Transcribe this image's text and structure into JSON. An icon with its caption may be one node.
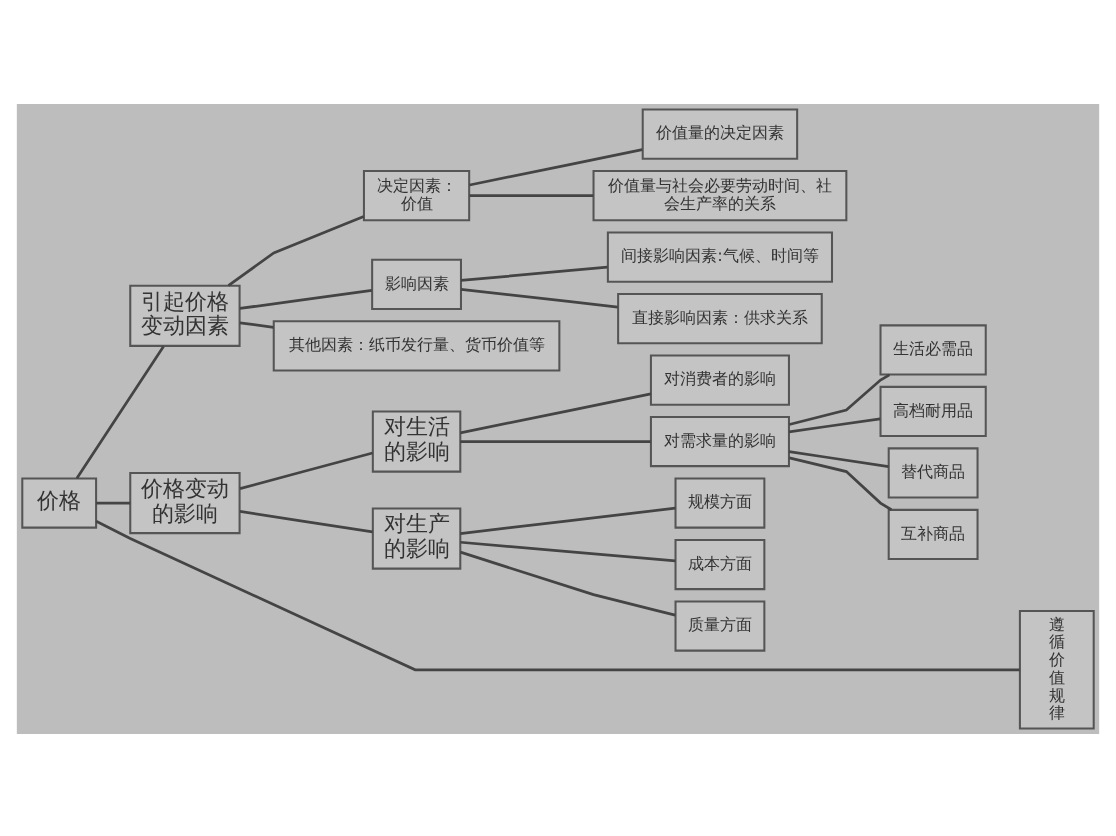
{
  "diagram": {
    "nodes": [
      {
        "text": [
          "价格"
        ]
      },
      {
        "text": [
          "引起价格变动因素"
        ]
      },
      {
        "text": [
          "决定因素：价值"
        ]
      },
      {
        "text": [
          "价值量的决定因素"
        ]
      },
      {
        "text": [
          "价值量与社会必要劳动时间、社会生产率的关系"
        ]
      },
      {
        "text": [
          "影响因素"
        ]
      },
      {
        "text": [
          "间接影响因素:气候、时间等"
        ]
      },
      {
        "text": [
          "直接影响因素：供求关系"
        ]
      },
      {
        "text": [
          "其他因素：纸币发行量、货币价值等"
        ]
      },
      {
        "text": [
          "价格变动的影响"
        ]
      },
      {
        "text": [
          "对生活的影响"
        ]
      },
      {
        "text": [
          "对消费者的影响"
        ]
      },
      {
        "text": [
          "对需求量的影响"
        ]
      },
      {
        "text": [
          "生活必需品"
        ]
      },
      {
        "text": [
          "高档耐用品"
        ]
      },
      {
        "text": [
          "替代商品"
        ]
      },
      {
        "text": [
          "互补商品"
        ]
      },
      {
        "text": [
          "对生产的影响"
        ]
      },
      {
        "text": [
          "规模方面"
        ]
      },
      {
        "text": [
          "成本方面"
        ]
      },
      {
        "text": [
          "质量方面"
        ]
      },
      {
        "text": [
          "遵循价值规律"
        ]
      }
    ],
    "edges": [
      {
        "from": 0,
        "to": 1,
        "arrow": "none"
      },
      {
        "from": 0,
        "to": 9,
        "arrow": "none"
      },
      {
        "from": 1,
        "to": 2,
        "arrow": "none"
      },
      {
        "from": 1,
        "to": 5,
        "arrow": "none"
      },
      {
        "from": 1,
        "to": 8,
        "arrow": "none"
      },
      {
        "from": 2,
        "to": 3,
        "arrow": "none"
      },
      {
        "from": 2,
        "to": 4,
        "arrow": "none"
      },
      {
        "from": 5,
        "to": 6,
        "arrow": "none"
      },
      {
        "from": 5,
        "to": 7,
        "arrow": "none"
      },
      {
        "from": 9,
        "to": 10,
        "arrow": "none"
      },
      {
        "from": 9,
        "to": 17,
        "arrow": "none"
      },
      {
        "from": 10,
        "to": 11,
        "arrow": "none"
      },
      {
        "from": 10,
        "to": 12,
        "arrow": "none"
      },
      {
        "from": 12,
        "to": 13,
        "arrow": "none"
      },
      {
        "from": 12,
        "to": 14,
        "arrow": "none"
      },
      {
        "from": 12,
        "to": 15,
        "arrow": "none"
      },
      {
        "from": 12,
        "to": 16,
        "arrow": "none"
      },
      {
        "from": 17,
        "to": 18,
        "arrow": "none"
      },
      {
        "from": 17,
        "to": 19,
        "arrow": "none"
      },
      {
        "from": 17,
        "to": 20,
        "arrow": "none"
      },
      {
        "from": 0,
        "to": 21,
        "arrow": "none"
      }
    ]
  }
}
